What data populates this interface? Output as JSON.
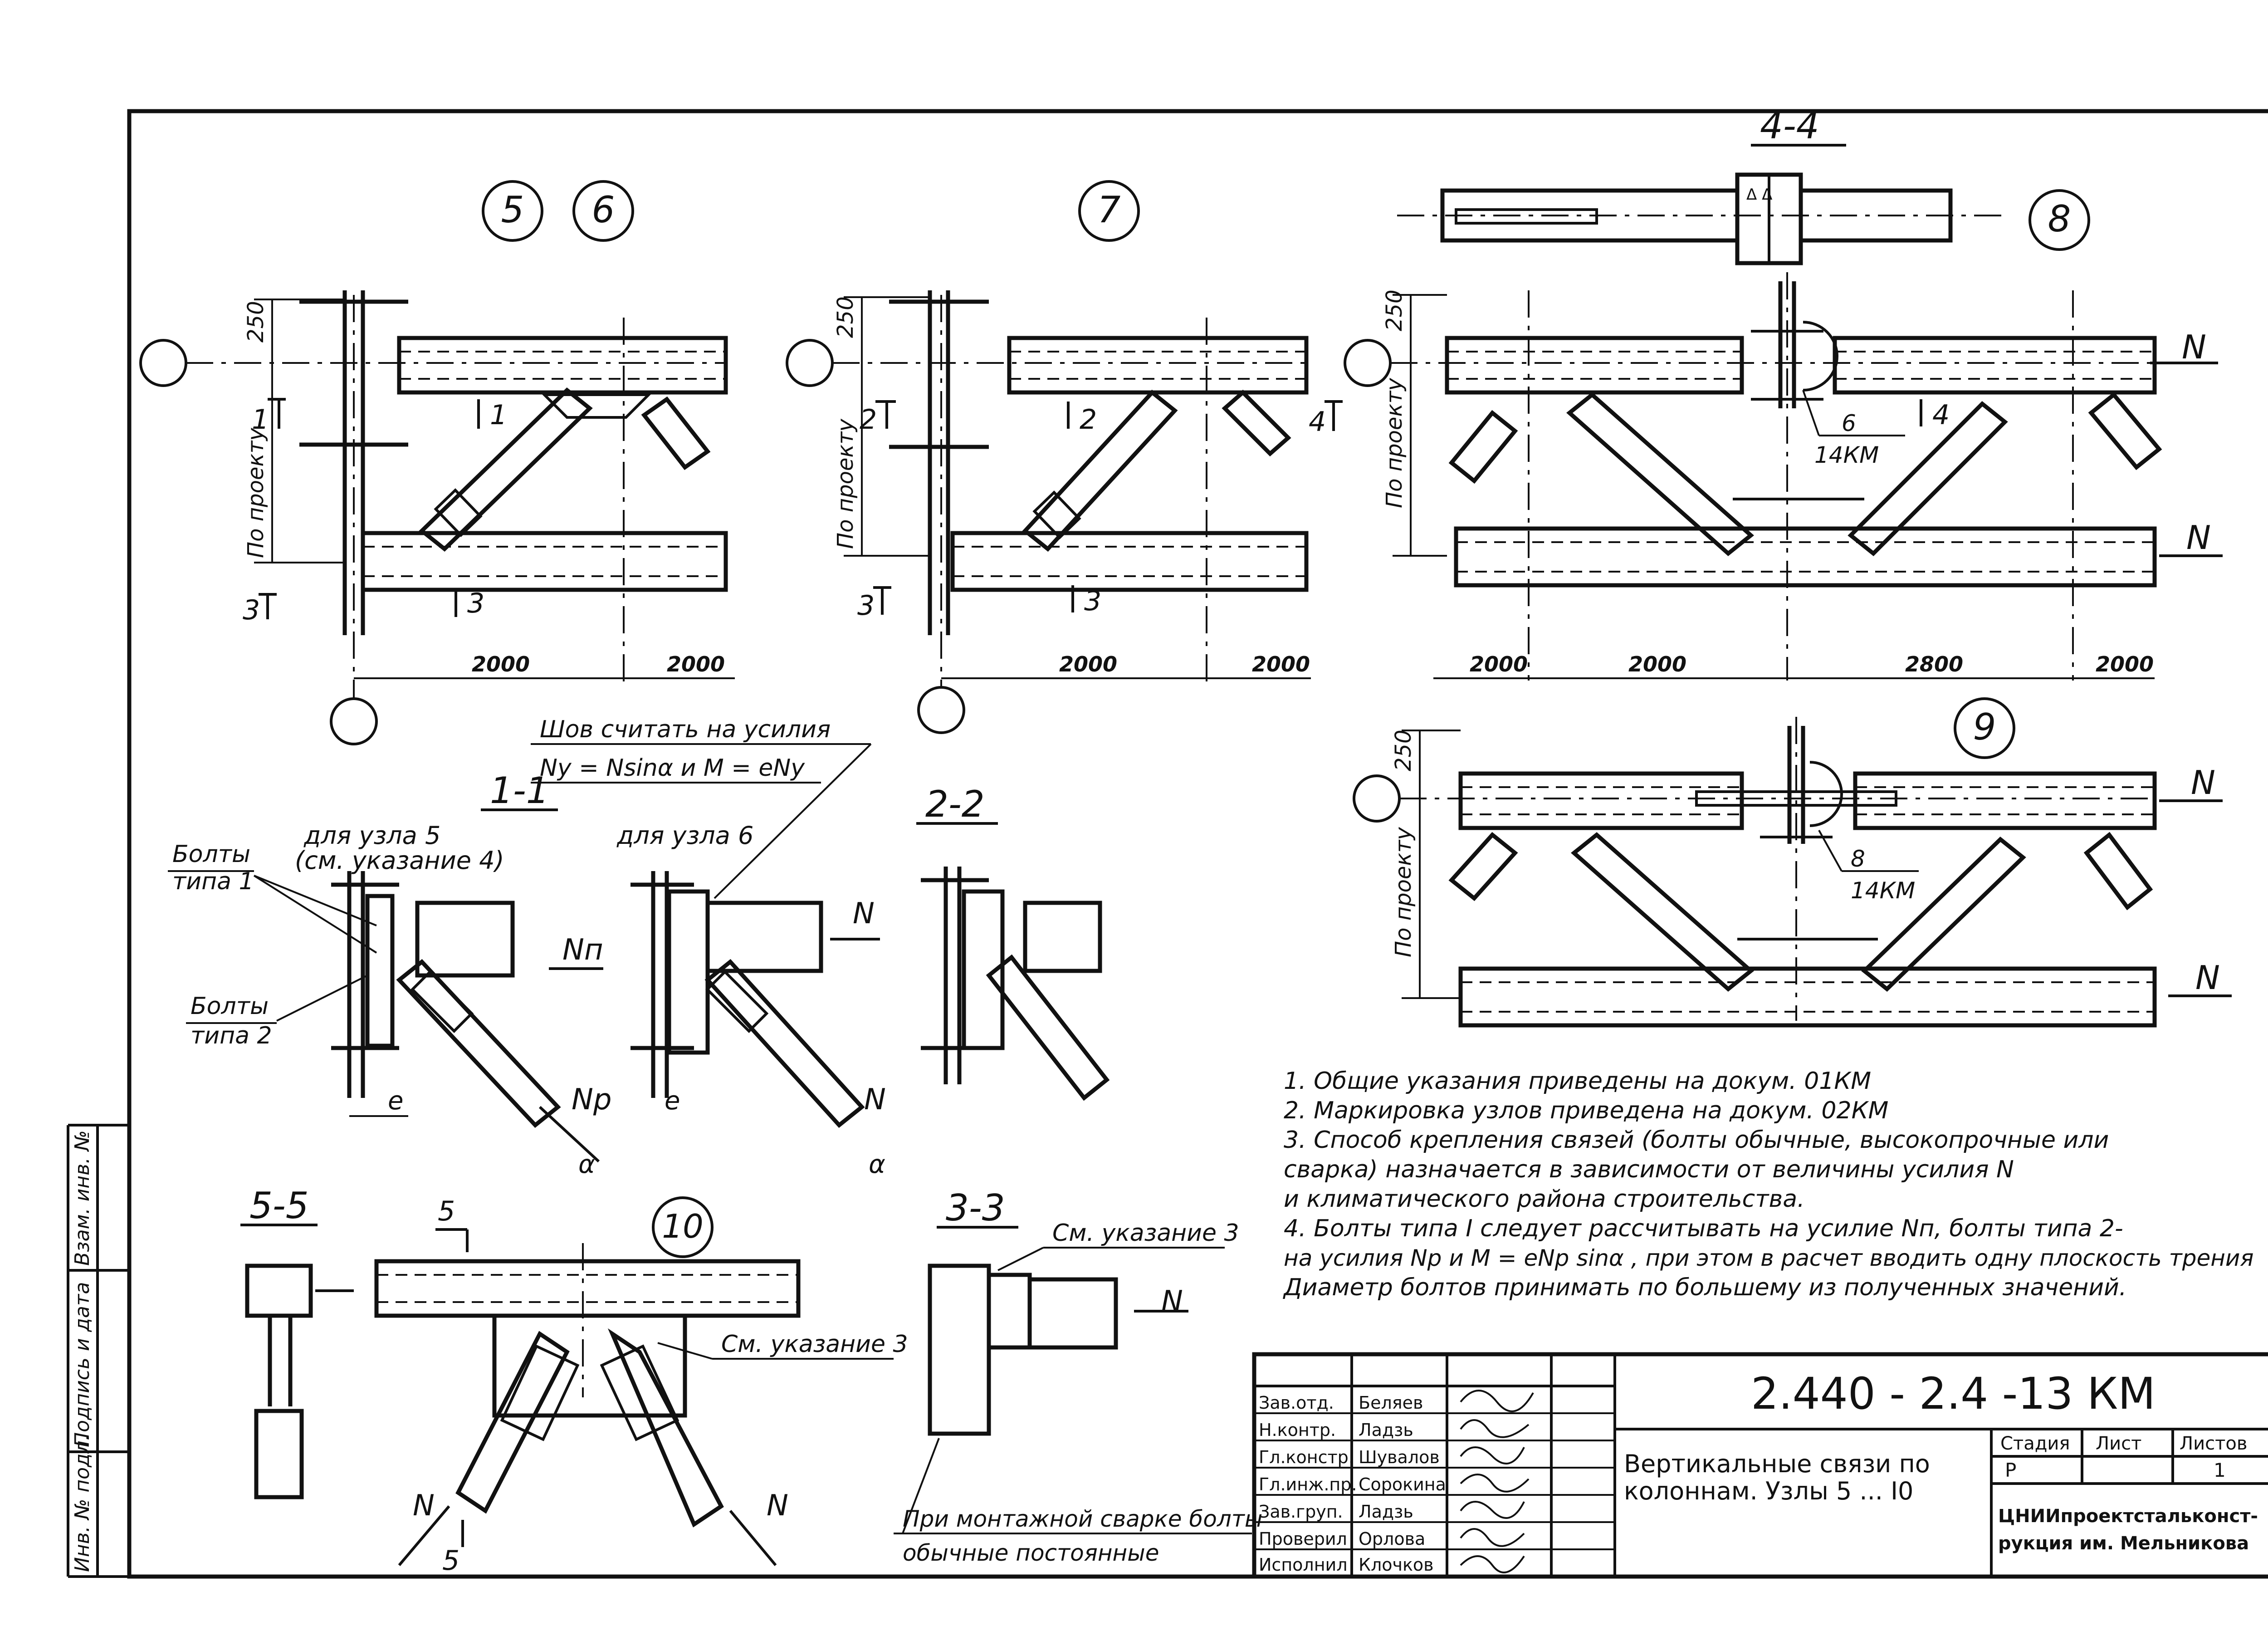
{
  "nodes": {
    "n5": "5",
    "n6": "6",
    "n7": "7",
    "n8": "8",
    "n9": "9",
    "n10": "10"
  },
  "sections": {
    "s1": "1-1",
    "s2": "2-2",
    "s3": "3-3",
    "s4": "4-4",
    "s5": "5-5"
  },
  "markers": {
    "m1": "1",
    "m2": "2",
    "m3": "3",
    "m4": "4",
    "m5": "5"
  },
  "dims": {
    "h250": "250",
    "po_proektu": "По проекту",
    "d2000": "2000",
    "d2800": "2800"
  },
  "forces": {
    "N": "N",
    "Nn": "Nп",
    "Np": "Nр",
    "e": "e",
    "alpha": "α"
  },
  "refs": {
    "ref6": "6",
    "ref8": "8",
    "km14": "14КМ"
  },
  "notes_left": {
    "weld_title": "Шов считать на усилия",
    "weld_formula": "Ny = Nsinα  и  M = eNy",
    "for_node5": "для узла 5",
    "see_note4": "(см. указание 4)",
    "for_node6": "для узла 6",
    "bolts_type1_a": "Болты",
    "bolts_type1_b": "типа 1",
    "bolts_type2_a": "Болты",
    "bolts_type2_b": "типа 2",
    "see_note3": "См. указание 3",
    "mount_weld_a": "При монтажной сварке болты",
    "mount_weld_b": "обычные  постоянные"
  },
  "general_notes": [
    "1. Общие указания приведены на докум. 01КМ",
    "2. Маркировка узлов приведена на докум. 02КМ",
    "3. Способ крепления связей (болты обычные, высокопрочные или",
    "сварка) назначается в зависимости от величины усилия N",
    "и климатического района строительства.",
    "4. Болты типа I следует рассчитывать на усилие Nп, болты типа 2-",
    "на усилия Nр и M = eNр sinα , при этом в расчет вводить одну плоскость трения",
    "Диаметр болтов принимать по большему из полученных значений."
  ],
  "side_stamp": {
    "inv_podl": "Инв. № подл.",
    "podpis": "Подпись и дата",
    "vzam": "Взам. инв. №"
  },
  "title_block": {
    "doc_code": "2.440 - 2.4 -13 КМ",
    "title_line1": "Вертикальные связи по",
    "title_line2": "колоннам. Узлы 5 ... I0",
    "stage_label": "Стадия",
    "sheet_label": "Лист",
    "sheets_label": "Листов",
    "stage_value": "Р",
    "sheet_value": "",
    "sheets_value": "1",
    "org_line1": "ЦНИИпроектстальконст-",
    "org_line2": "рукция им. Мельникова",
    "rows": [
      {
        "role": "Зав.отд.",
        "name": "Беляев"
      },
      {
        "role": "Н.контр.",
        "name": "Ладзь"
      },
      {
        "role": "Гл.констр.",
        "name": "Шувалов"
      },
      {
        "role": "Гл.инж.пр.",
        "name": "Сорокина"
      },
      {
        "role": "Зав.груп.",
        "name": "Ладзь"
      },
      {
        "role": "Проверил",
        "name": "Орлова"
      },
      {
        "role": "Исполнил",
        "name": "Клочков"
      }
    ]
  }
}
